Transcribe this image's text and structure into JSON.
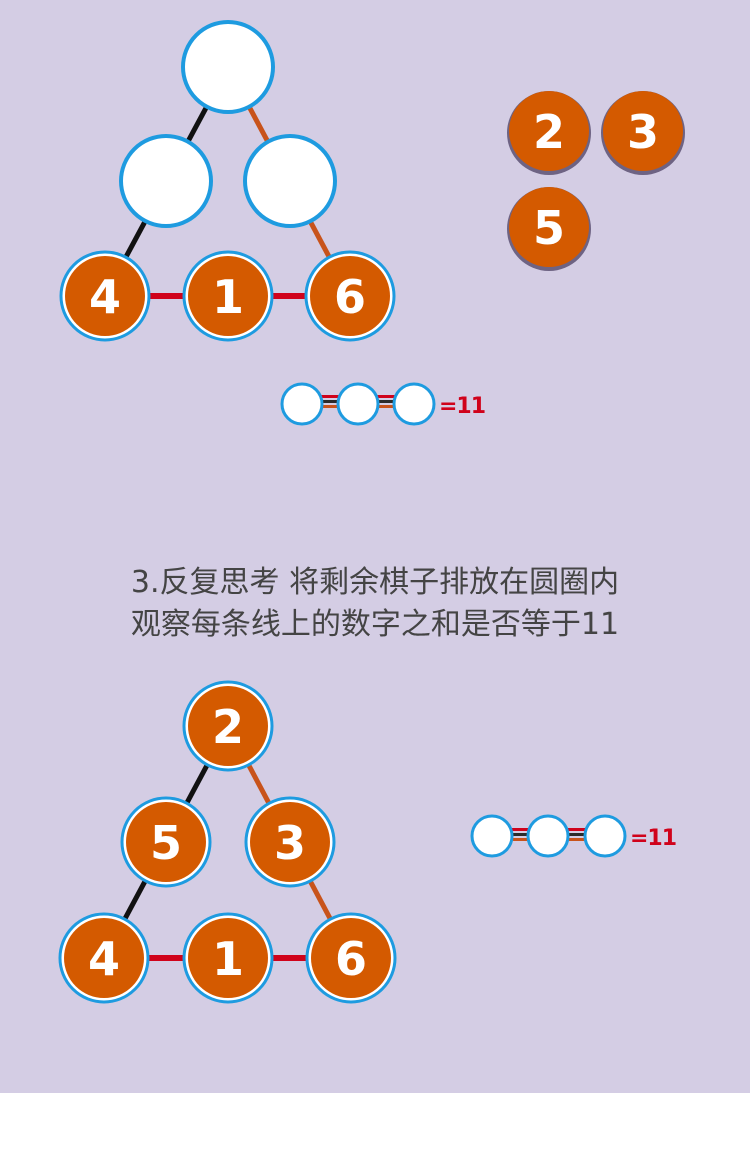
{
  "top_puzzle": {
    "bottom_row": [
      "4",
      "1",
      "6"
    ],
    "spare_pieces": [
      "2",
      "3",
      "5"
    ],
    "equation": "=11"
  },
  "instruction": {
    "line1": "3.反复思考 将剩余棋子排放在圆圈内",
    "line2": "观察每条线上的数字之和是否等于11"
  },
  "bottom_puzzle": {
    "top": "2",
    "middle_left": "5",
    "middle_right": "3",
    "bottom_row": [
      "4",
      "1",
      "6"
    ],
    "equation": "=11"
  },
  "colors": {
    "background": "#d4cde4",
    "piece_fill": "#d45a00",
    "ring": "#1e9be0",
    "line_left": "#111111",
    "line_right": "#c8531b",
    "line_bottom": "#d0021b",
    "equation_text": "#d0021b"
  }
}
